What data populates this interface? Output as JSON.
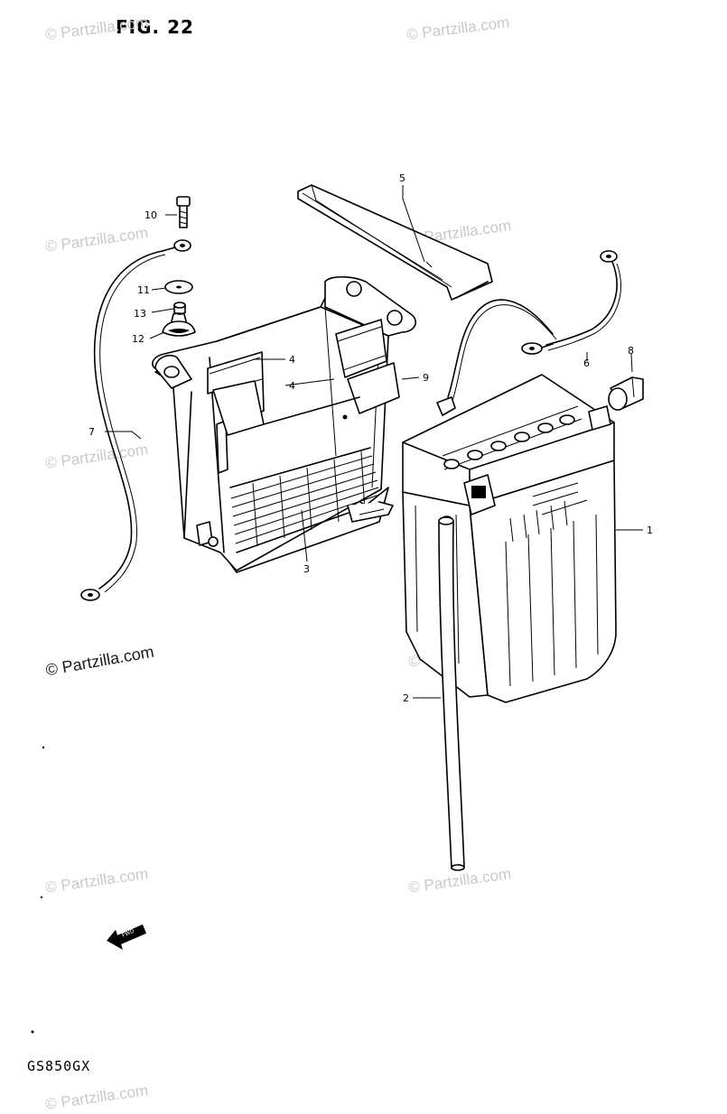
{
  "figure": {
    "title": "FIG. 22",
    "model": "GS850GX"
  },
  "watermarks": [
    {
      "text": "© Partzilla.com",
      "style": "light"
    },
    {
      "text": "© Partzilla.com",
      "style": "light"
    },
    {
      "text": "© Partzilla.com",
      "style": "light"
    },
    {
      "text": "© Partzilla.com",
      "style": "light"
    },
    {
      "text": "© Partzilla.com",
      "style": "light"
    },
    {
      "text": "© Partzilla.com",
      "style": "dark"
    },
    {
      "text": "© Partzilla.com",
      "style": "light"
    },
    {
      "text": "© Partzilla.com",
      "style": "light"
    },
    {
      "text": "© Partzilla.com",
      "style": "light"
    },
    {
      "text": "© Partzilla.com",
      "style": "light"
    }
  ],
  "callouts": {
    "battery": "1",
    "breather_hose": "2",
    "battery_case": "3",
    "cushion_a": "4",
    "cushion_b": "4",
    "battery_band": "5",
    "positive_lead": "6",
    "negative_lead": "7",
    "terminal_cap": "8",
    "holder": "9",
    "bolt": "10",
    "washer": "11",
    "cushion_rubber": "12",
    "spacer": "13"
  },
  "front_arrow_label": "FWD"
}
